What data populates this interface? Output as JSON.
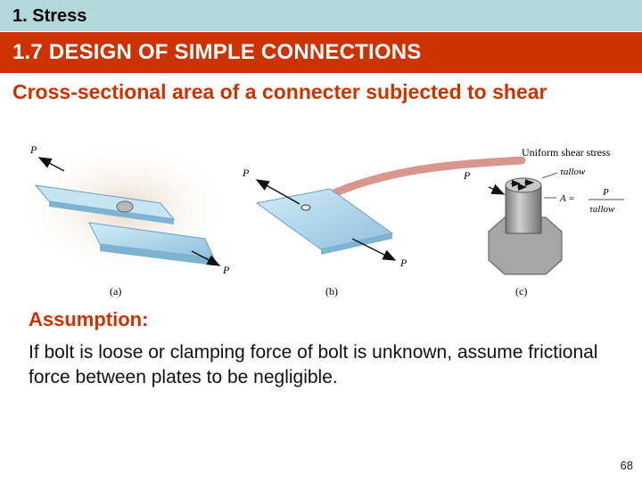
{
  "header": {
    "chapter": "1. Stress"
  },
  "title": "1.7 DESIGN OF SIMPLE CONNECTIONS",
  "subtitle": "Cross-sectional area of a connecter subjected to shear",
  "figure": {
    "force_label": "P",
    "callout": "Uniform shear stress",
    "tau_allow": "τallow",
    "area_label": "A =",
    "formula_num": "P",
    "formula_den": "τallow",
    "panel_a": "(a)",
    "panel_b": "(b)",
    "panel_c": "(c)"
  },
  "assumption": {
    "heading": "Assumption:",
    "body": "If bolt is loose or clamping force of bolt is unknown, assume frictional force between plates to be negligible."
  },
  "page_number": "68",
  "colors": {
    "accent": "#cc3300",
    "header_bg": "#b4d7db",
    "plate": "#a9cfe6",
    "bolt": "#9a9a9a"
  }
}
